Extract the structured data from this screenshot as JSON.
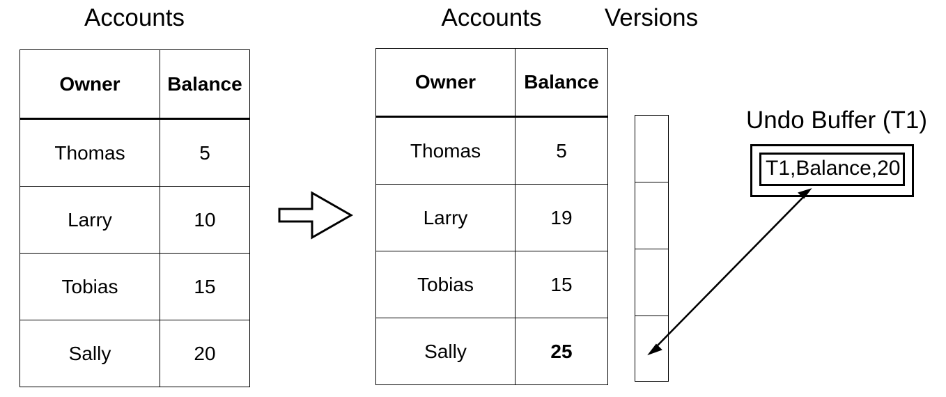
{
  "diagram": {
    "title_left": "Accounts",
    "title_middle": "Accounts",
    "title_versions": "Versions",
    "title_undo_buffer": "Undo Buffer (T1)"
  },
  "table_before": {
    "name": "Accounts",
    "columns": [
      "Owner",
      "Balance"
    ],
    "rows": [
      {
        "owner": "Thomas",
        "balance": "5"
      },
      {
        "owner": "Larry",
        "balance": "10"
      },
      {
        "owner": "Tobias",
        "balance": "15"
      },
      {
        "owner": "Sally",
        "balance": "20"
      }
    ]
  },
  "table_after": {
    "name": "Accounts",
    "columns": [
      "Owner",
      "Balance"
    ],
    "rows": [
      {
        "owner": "Thomas",
        "balance": "5"
      },
      {
        "owner": "Larry",
        "balance": "19"
      },
      {
        "owner": "Tobias",
        "balance": "15"
      },
      {
        "owner": "Sally",
        "balance": "25"
      }
    ]
  },
  "versions": {
    "label": "Versions",
    "cells": [
      "",
      "",
      "",
      ""
    ]
  },
  "undo_buffer": {
    "label": "Undo Buffer (T1)",
    "entry": "T1,Balance,20"
  },
  "icons": {
    "transform_arrow": "block-right-arrow-icon",
    "link_arrow": "double-headed-arrow-icon"
  },
  "colors": {
    "stroke": "#000000",
    "background": "#ffffff"
  }
}
